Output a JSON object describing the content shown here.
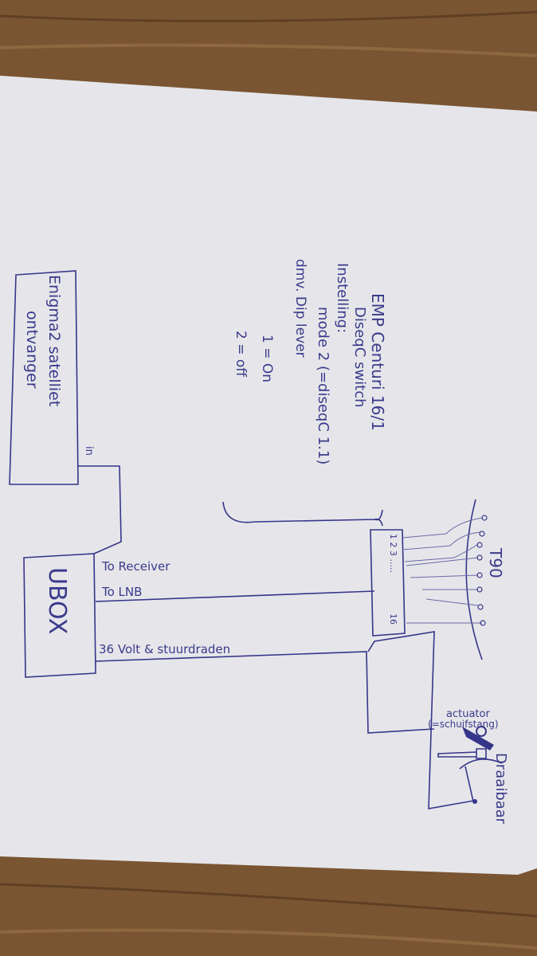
{
  "colors": {
    "ink": "#3a3a8c",
    "paper": "#e9e9ec",
    "wood": "#7a5532"
  },
  "diagram": {
    "switch_title": "EMP Centuri 16/1",
    "switch_subtitle": "DiseqC switch",
    "settings_label": "Instelling:",
    "mode": "mode 2 (=diseqC 1.1)",
    "dip_lever": "dmv. Dip lever",
    "dip_on": "1 = On",
    "dip_off": "2 = off",
    "receiver_line1": "Enigma2 satelliet",
    "receiver_line2": "ontvanger",
    "receiver_input": "in",
    "ubox": "UBOX",
    "to_receiver": "To Receiver",
    "to_lnb": "To LNB",
    "power": "36 Volt & stuurdraden",
    "switch_ports_start": "1 2 3 .....",
    "switch_ports_end": "16",
    "dish_label": "T90",
    "actuator_line1": "actuator",
    "actuator_line2": "(=schuifstang)",
    "rotatable": "Draaibaar"
  }
}
